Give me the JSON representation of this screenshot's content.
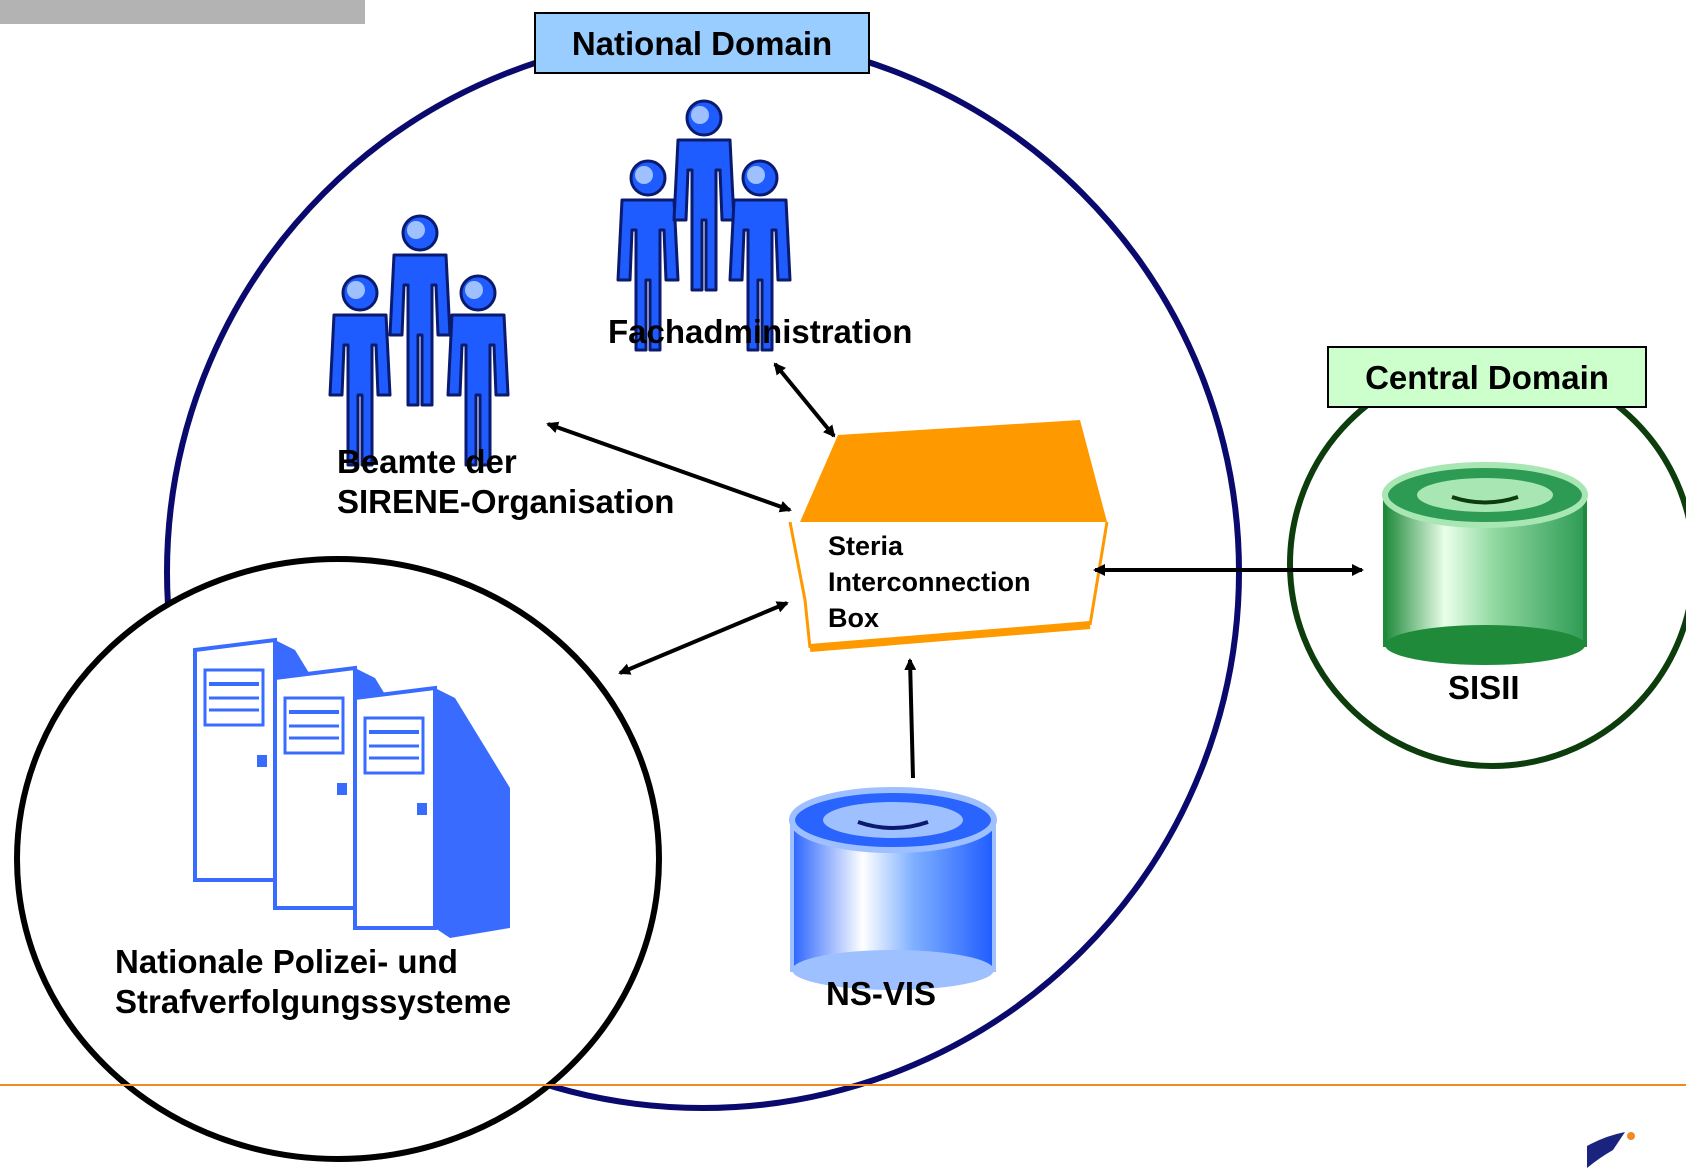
{
  "national_domain": {
    "title": "National Domain",
    "border_color": "#0a0a6e",
    "tag_color": "#99ccff"
  },
  "central_domain": {
    "title": "Central Domain",
    "border_color": "#0d3d0d",
    "tag_color": "#ccffcc"
  },
  "nodes": {
    "fachadministration": "Fachadministration",
    "beamte": [
      "Beamte der",
      "SIRENE-Organisation"
    ],
    "sib": [
      "Steria",
      "Interconnection",
      "Box"
    ],
    "nsvis": "NS-VIS",
    "sisii": "SISII",
    "polizei": [
      "Nationale Polizei- und",
      "Strafverfolgungssysteme"
    ]
  },
  "colors": {
    "person": "#1f5cff",
    "box": "#ff9900",
    "nsvis": "#4d8dff",
    "sisii": "#2e9b55",
    "footer": "#f08a24"
  },
  "icons": [
    "people-group-icon",
    "server-rack-icon",
    "database-icon",
    "steria-logo-icon"
  ]
}
